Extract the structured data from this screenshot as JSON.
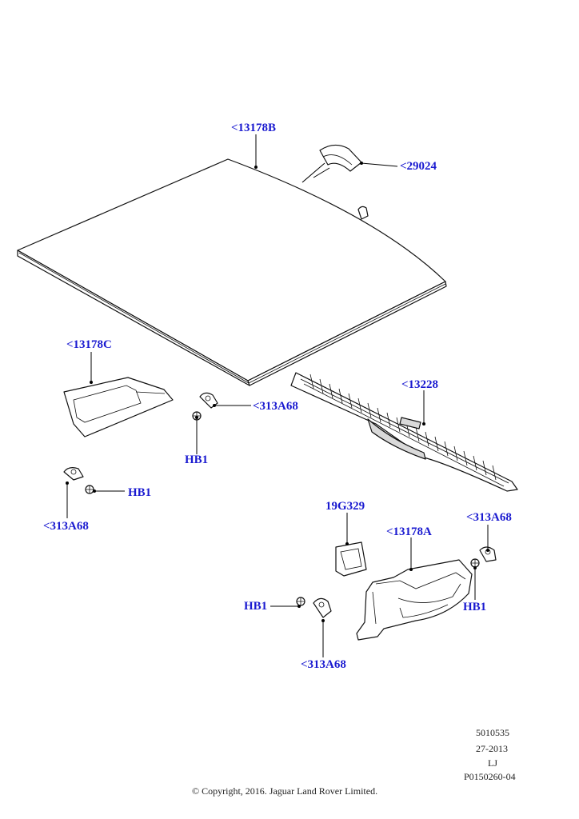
{
  "callouts": {
    "c13178B": "<13178B",
    "c29024": "<29024",
    "c13178C": "<13178C",
    "c313A68_a": "<313A68",
    "hb1_a": "HB1",
    "c13228": "<13228",
    "hb1_b": "HB1",
    "c313A68_b": "<313A68",
    "c19G329": "19G329",
    "c13178A": "<13178A",
    "c313A68_c": "<313A68",
    "hb1_c": "HB1",
    "hb1_d": "HB1",
    "c313A68_d": "<313A68"
  },
  "meta": {
    "ref1": "5010535",
    "ref2": "27-2013",
    "ref3": "LJ",
    "ref4": "P0150260-04",
    "copyright": "© Copyright, 2016. Jaguar Land Rover Limited."
  },
  "colors": {
    "callout": "#1a1ad0",
    "line": "#111111"
  }
}
